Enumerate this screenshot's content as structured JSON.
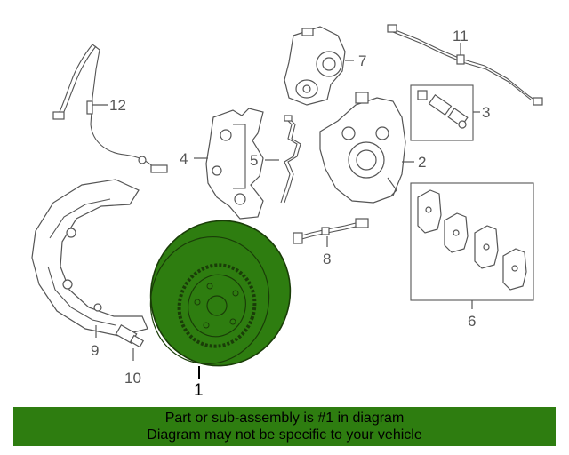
{
  "colors": {
    "highlight": "#2e7d10",
    "line": "#555555",
    "banner_bg": "#2e7d10"
  },
  "callouts": {
    "c1": "1",
    "c2": "2",
    "c3": "3",
    "c4": "4",
    "c5": "5",
    "c6": "6",
    "c7": "7",
    "c8": "8",
    "c9": "9",
    "c10": "10",
    "c11": "11",
    "c12": "12"
  },
  "banner": {
    "line1": "Part or sub-assembly is #1 in diagram",
    "line2": "Diagram may not be specific to your vehicle"
  }
}
